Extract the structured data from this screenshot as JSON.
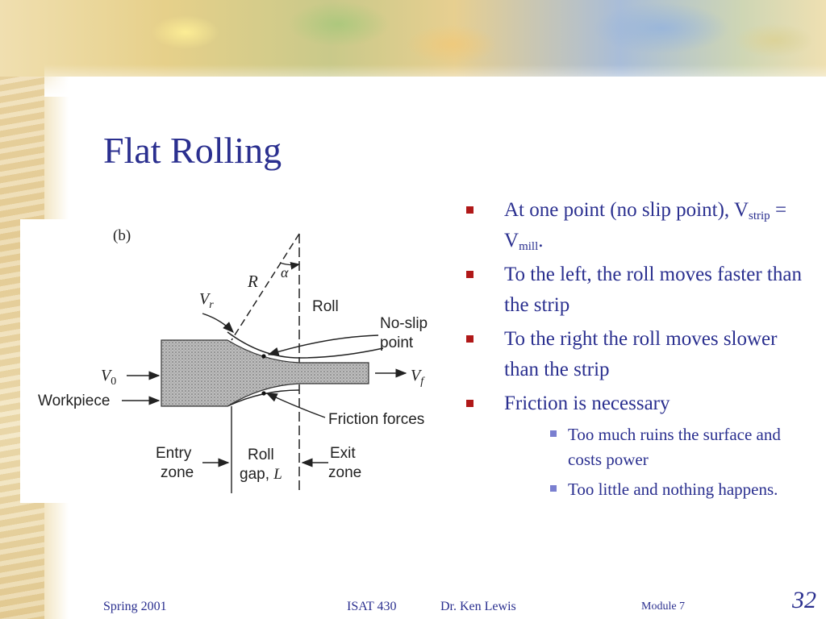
{
  "slide": {
    "title": "Flat Rolling"
  },
  "figure": {
    "panel_label": "(b)",
    "label_R": "R",
    "label_alpha": "α",
    "label_Vr": "V",
    "label_Vr_sub": "r",
    "label_roll": "Roll",
    "label_noslip_1": "No-slip",
    "label_noslip_2": "point",
    "label_V0": "V",
    "label_V0_sub": "0",
    "label_Vf": "V",
    "label_Vf_sub": "f",
    "label_workpiece": "Workpiece",
    "label_friction": "Friction forces",
    "label_entry_1": "Entry",
    "label_entry_2": "zone",
    "label_rollgap_1": "Roll",
    "label_rollgap_2": "gap, ",
    "label_rollgap_L": "L",
    "label_exit_1": "Exit",
    "label_exit_2": "zone"
  },
  "bullets": [
    {
      "text_a": "At one point (no slip point), V",
      "sub_a": "strip",
      "text_b": " = V",
      "sub_b": "mill",
      "text_c": "."
    },
    {
      "text": "To the left, the roll moves faster than the strip"
    },
    {
      "text": "To the right the roll moves slower than the strip"
    },
    {
      "text": "Friction is necessary"
    }
  ],
  "sub_bullets": [
    {
      "text": "Too much ruins the surface and costs power"
    },
    {
      "text": "Too little and nothing happens."
    }
  ],
  "footer": {
    "term": "Spring 2001",
    "course": "ISAT 430",
    "author": "Dr. Ken Lewis",
    "module": "Module 7",
    "page_number": "32"
  },
  "colors": {
    "title": "#2a2f8f",
    "bullet": "#b01818",
    "sub_bullet": "#7a7fd0"
  }
}
